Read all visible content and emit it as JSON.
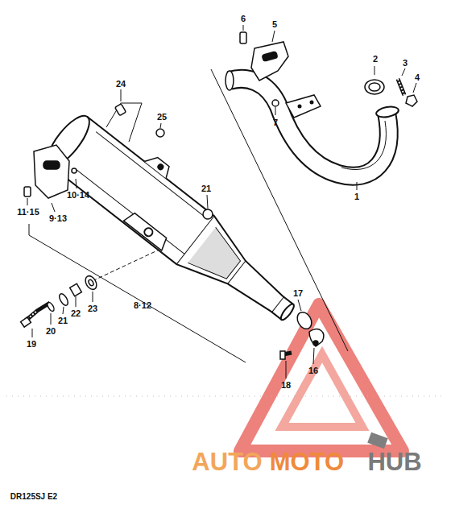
{
  "diagram": {
    "labels": [
      "6",
      "5",
      "2",
      "3",
      "4",
      "7",
      "1",
      "24",
      "25",
      "10·14",
      "9·13",
      "11·15",
      "21",
      "8·12",
      "17",
      "23",
      "22",
      "21",
      "20",
      "19",
      "16",
      "18",
      "DR125SJ E2",
      "AUTO",
      "MOTO",
      "HUB"
    ]
  }
}
